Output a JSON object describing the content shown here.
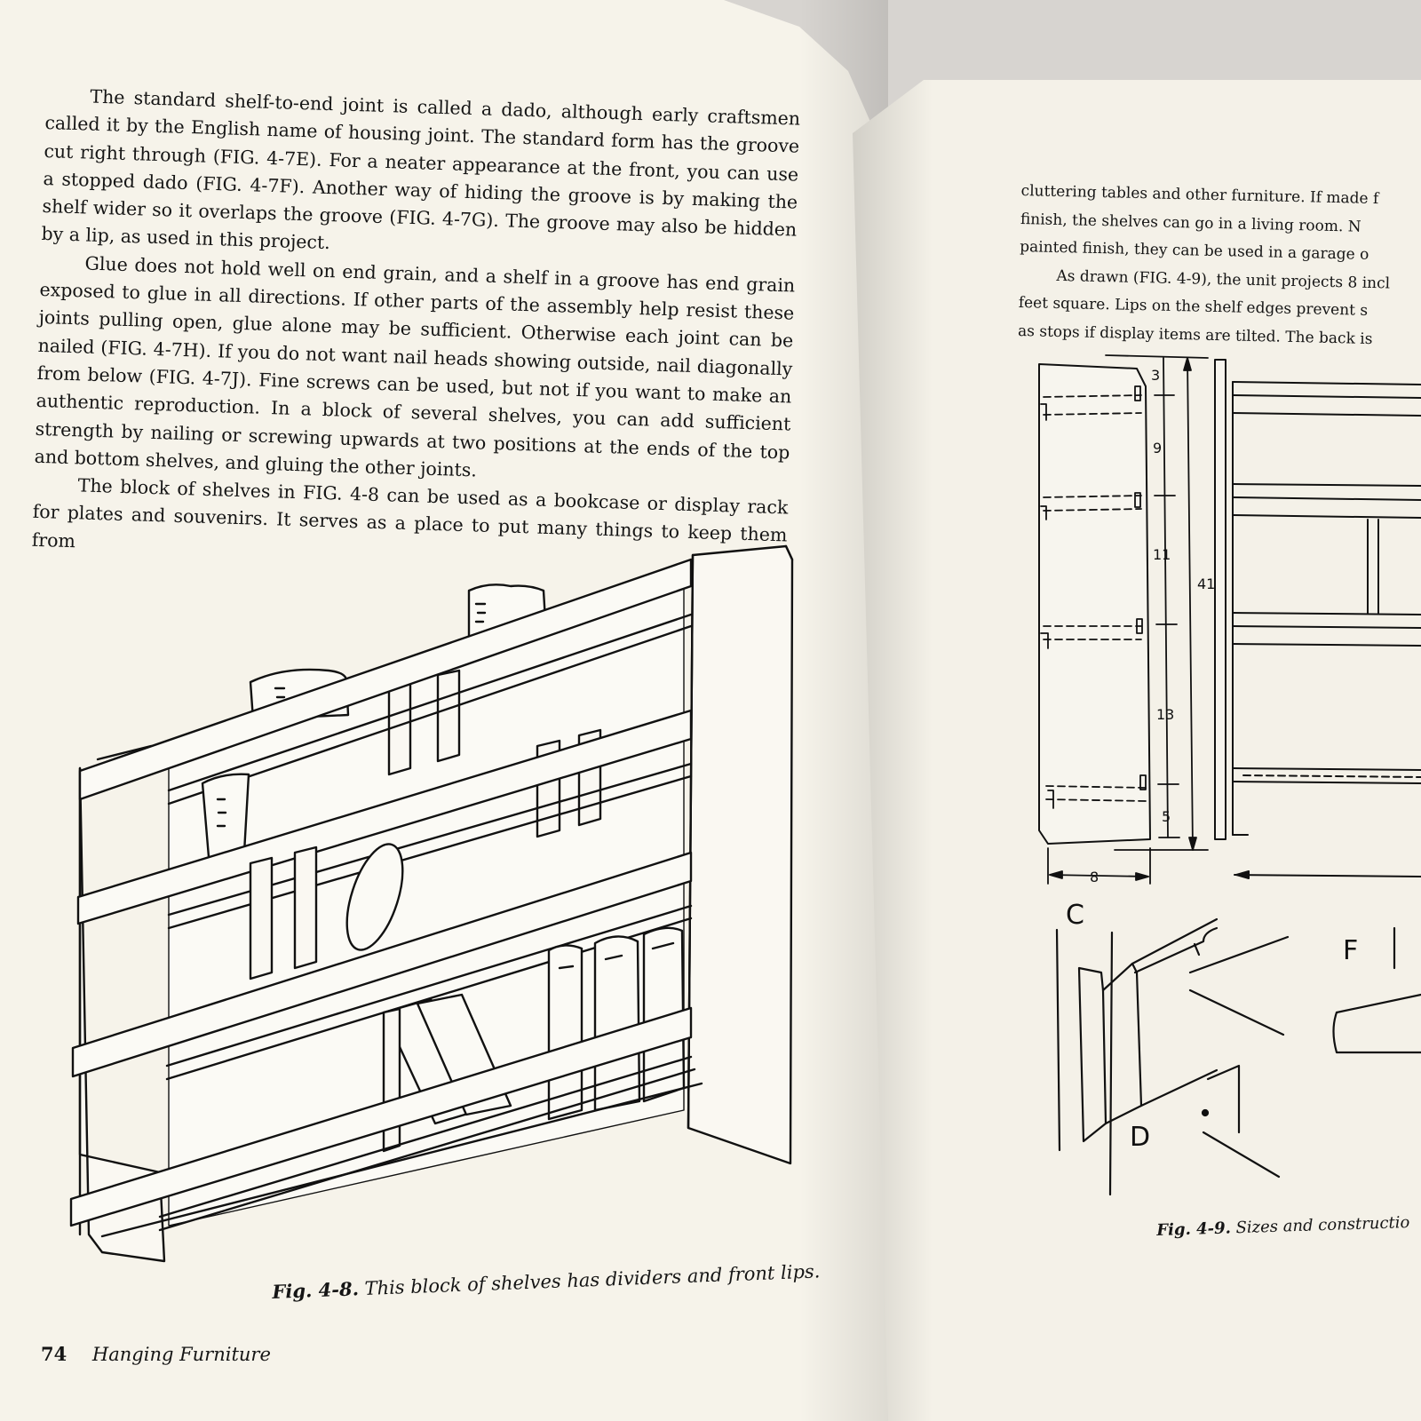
{
  "left_page": {
    "paragraphs": [
      "The standard shelf-to-end joint is called a dado, although early craftsmen called it by the English name of housing joint. The standard form has the groove cut right through (FIG. 4-7E). For a neater appearance at the front, you can use a stopped dado (FIG. 4-7F). Another way of hiding the groove is by making the shelf wider so it overlaps the groove (FIG. 4-7G). The groove may also be hidden by a lip, as used in this project.",
      "Glue does not hold well on end grain, and a shelf in a groove has end grain exposed to glue in all directions. If other parts of the assembly help resist these joints pulling open, glue alone may be sufficient. Otherwise each joint can be nailed (FIG. 4-7H). If you do not want nail heads showing outside, nail diagonally from below (FIG. 4-7J). Fine screws can be used, but not if you want to make an authentic reproduction. In a block of several shelves, you can add sufficient strength by nailing or screwing upwards at two positions at the ends of the top and bottom shelves, and gluing the other joints.",
      "The block of shelves in FIG. 4-8 can be used as a bookcase or display rack for plates and souvenirs. It serves as a place to put many things to keep them from"
    ],
    "figure_caption_number": "Fig. 4-8.",
    "figure_caption_text": "This block of shelves has dividers and front lips.",
    "folio_number": "74",
    "running_title": "Hanging Furniture"
  },
  "right_page": {
    "lines": [
      "cluttering tables and other furniture. If made f",
      "finish, the shelves can go in a living room. N",
      "painted finish, they can be used in a garage o",
      "As drawn (FIG. 4-9), the unit projects 8 incl",
      "feet square. Lips on the shelf edges prevent s",
      "as stops if display items are tilted. The back is"
    ],
    "figure": {
      "dimensions": [
        "3",
        "9",
        "11",
        "13",
        "5",
        "41",
        "8"
      ],
      "panel_labels": [
        "C",
        "D",
        "F"
      ]
    },
    "figure_caption_number": "Fig. 4-9.",
    "figure_caption_text": "Sizes and constructio"
  }
}
